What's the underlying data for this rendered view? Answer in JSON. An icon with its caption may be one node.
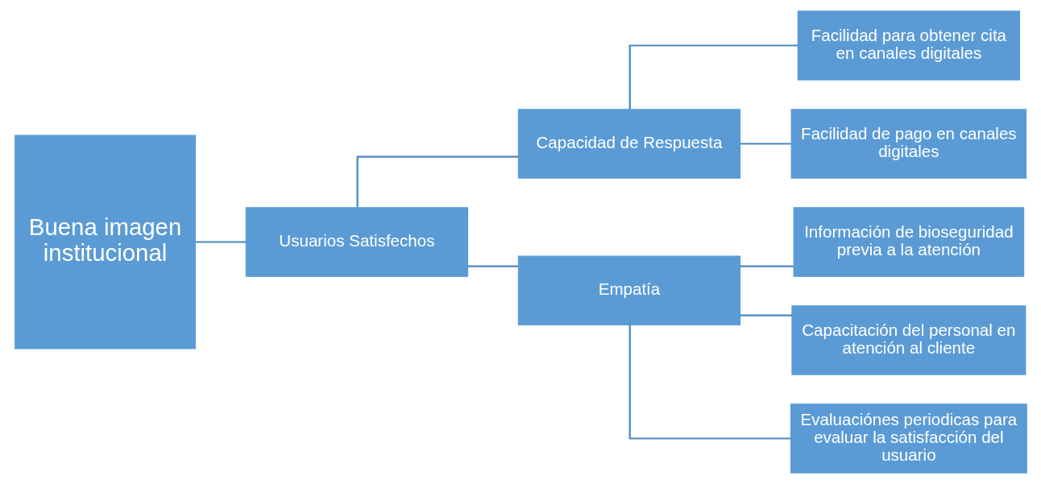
{
  "diagram": {
    "nodes": [
      {
        "text": [
          "Buena imagen institucional"
        ]
      },
      {
        "text": [
          "Usuarios Satisfechos"
        ]
      },
      {
        "text": [
          "Capacidad de Respuesta"
        ]
      },
      {
        "text": [
          "Empatía"
        ]
      },
      {
        "text": [
          "Facilidad para obtener cita en canales digitales"
        ]
      },
      {
        "text": [
          "Facilidad de pago en canales digitales"
        ]
      },
      {
        "text": [
          "Información de bioseguridad previa a la atención"
        ]
      },
      {
        "text": [
          "Capacitación del personal en atención al cliente"
        ]
      },
      {
        "text": [
          "Evaluaciónes periodicas para evaluar la satisfacción del usuario"
        ]
      }
    ],
    "edges": [
      {
        "from": 0,
        "to": 1,
        "arrow": "none"
      },
      {
        "from": 1,
        "to": 2,
        "arrow": "none"
      },
      {
        "from": 1,
        "to": 3,
        "arrow": "none"
      },
      {
        "from": 2,
        "to": 4,
        "arrow": "none"
      },
      {
        "from": 2,
        "to": 5,
        "arrow": "none"
      },
      {
        "from": 3,
        "to": 6,
        "arrow": "none"
      },
      {
        "from": 3,
        "to": 7,
        "arrow": "none"
      },
      {
        "from": 3,
        "to": 8,
        "arrow": "none"
      }
    ]
  }
}
